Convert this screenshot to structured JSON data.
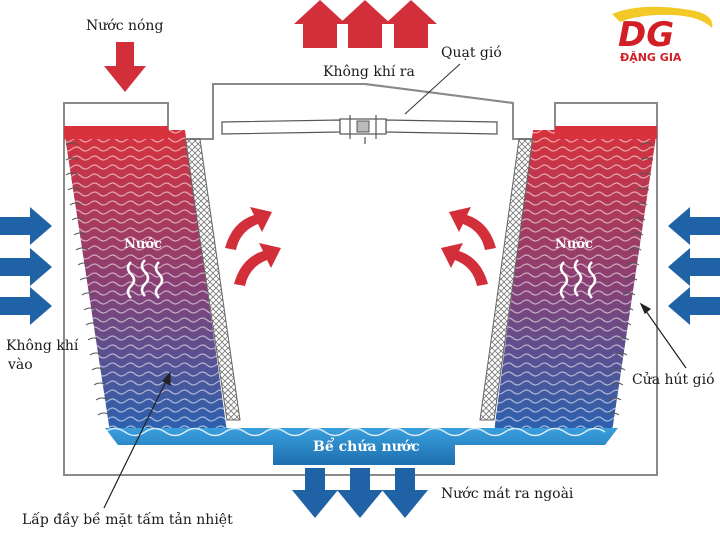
{
  "labels": {
    "hot_water": "Nước nóng",
    "air_out": "Không khí ra",
    "fan": "Quạt gió",
    "water_left": "Nước",
    "water_right": "Nước",
    "air_in": [
      "Không khí",
      "vào"
    ],
    "intake": "Cửa hút gió",
    "basin": "Bể chứa nước",
    "cool_out": "Nước mát ra ngoài",
    "fill": "Lấp đầy bề mặt tấm tản nhiệt"
  },
  "logo": {
    "mark": "DG",
    "name": "ĐẶNG GIA"
  },
  "colors": {
    "hot": "#d32f3a",
    "cool": "#1f63a6",
    "basin": "#2c89c8",
    "brand": "#d11f25"
  }
}
